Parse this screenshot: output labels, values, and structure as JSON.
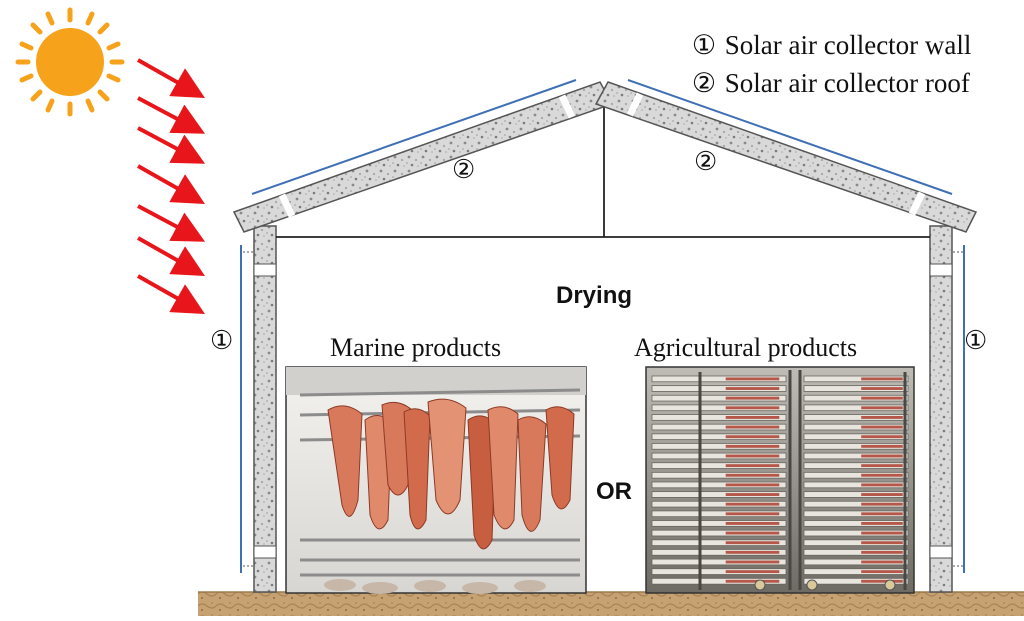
{
  "legend": {
    "items": [
      {
        "num": "①",
        "label": "Solar air collector wall"
      },
      {
        "num": "②",
        "label": "Solar air collector roof"
      }
    ]
  },
  "labels": {
    "drying": "Drying",
    "marine": "Marine products",
    "agricultural": "Agricultural products",
    "or": "OR"
  },
  "markers": {
    "wall": "①",
    "roof": "②"
  },
  "colors": {
    "sun": "#f7a21b",
    "arrows": "#e8161b",
    "collector_line": "#3f6fb5",
    "ground": "#c6a172"
  }
}
